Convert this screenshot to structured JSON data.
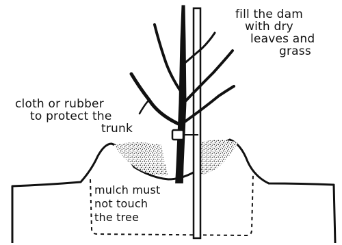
{
  "labels": {
    "fill_dam": [
      "fill the dam",
      "with dry",
      "leaves and",
      "grass"
    ],
    "cloth_rubber": [
      "cloth or rubber",
      "to protect the",
      "trunk"
    ],
    "mulch": [
      "mulch must",
      "not touch",
      "the tree"
    ]
  },
  "colors": {
    "ink": "#111111",
    "paper": "#ffffff"
  }
}
